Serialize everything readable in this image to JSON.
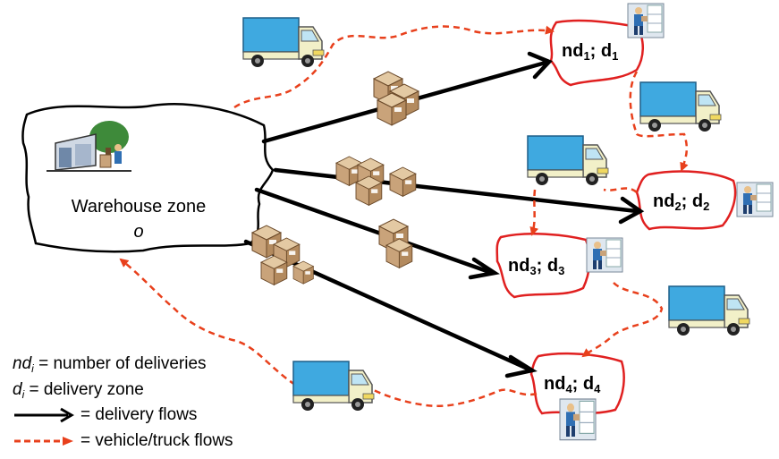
{
  "warehouse": {
    "title": "Warehouse zone",
    "origin": "o"
  },
  "zones": [
    {
      "prefix": "nd",
      "sub": "1",
      "sep": "; d",
      "sub2": "1"
    },
    {
      "prefix": "nd",
      "sub": "2",
      "sep": "; d",
      "sub2": "2"
    },
    {
      "prefix": "nd",
      "sub": "3",
      "sep": "; d",
      "sub2": "3"
    },
    {
      "prefix": "nd",
      "sub": "4",
      "sep": "; d",
      "sub2": "4"
    }
  ],
  "legend": {
    "nd": {
      "var": "nd",
      "sub": "i",
      "text": " = number of deliveries"
    },
    "d": {
      "var": "d",
      "sub": "i",
      "text": " = delivery zone"
    },
    "delivery": "= delivery flows",
    "vehicle": "= vehicle/truck flows"
  },
  "colors": {
    "delivery_flow": "#000000",
    "vehicle_flow": "#e8401c",
    "zone_border": "#e02020",
    "truck_box": "#3fa9e0",
    "truck_cab": "#f2f0c8",
    "parcel": "#c9a37a"
  },
  "icons": [
    "truck-icon",
    "parcel-stack-icon",
    "delivery-worker-icon",
    "warehouse-icon"
  ]
}
